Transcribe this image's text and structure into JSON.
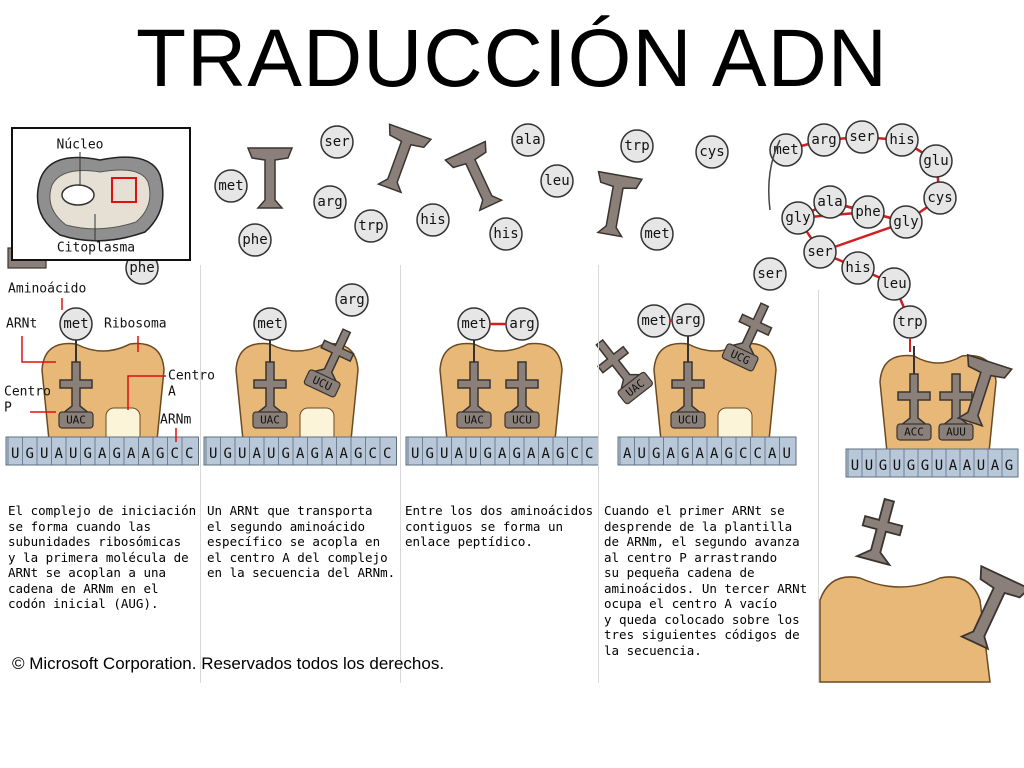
{
  "title": "TRADUCCIÓN ADN",
  "colors": {
    "ribosome": "#e8b878",
    "ribosome_stroke": "#6b4a22",
    "trna": "#8a8079",
    "codon": "#b9c8d8",
    "codon_stroke": "#5d6f82",
    "amino_fill": "#e6e6e6",
    "peptide_bond": "#d21f1f",
    "label_line": "#e01010"
  },
  "inset": {
    "nucleus_label": "Núcleo",
    "cytoplasm_label": "Citoplasma"
  },
  "labels": {
    "aminoacid": "Aminoácido",
    "trna": "ARNt",
    "ribosome": "Ribosoma",
    "p_site": "Centro P",
    "a_site": "Centro A",
    "mrna": "ARNm"
  },
  "floating_aminoacids": [
    "met",
    "phe",
    "phe",
    "ser",
    "arg",
    "trp",
    "his",
    "ala",
    "leu",
    "his",
    "trp",
    "met",
    "cys"
  ],
  "chain": [
    "met",
    "arg",
    "ser",
    "his",
    "glu",
    "cys",
    "gly",
    "phe",
    "ala",
    "gly",
    "ser",
    "his",
    "leu",
    "trp"
  ],
  "panels": [
    {
      "mrna": [
        "U",
        "G",
        "U",
        "A",
        "U",
        "G",
        "A",
        "G",
        "A",
        "A",
        "G",
        "C",
        "C"
      ],
      "p_site_anticodon": "UAC",
      "a_site_anticodon": "",
      "p_site_amino": "met",
      "incoming_amino": "",
      "incoming_anticodon": "",
      "description": "El complejo de iniciación\nse forma cuando las\nsubunidades ribosómicas\ny la primera molécula de\nARNt se acoplan a una\ncadena de ARNm en el\ncodón inicial (AUG)."
    },
    {
      "mrna": [
        "U",
        "G",
        "U",
        "A",
        "U",
        "G",
        "A",
        "G",
        "A",
        "A",
        "G",
        "C",
        "C"
      ],
      "p_site_anticodon": "UAC",
      "a_site_anticodon": "",
      "p_site_amino": "met",
      "incoming_amino": "arg",
      "incoming_anticodon": "UCU",
      "description": "Un ARNt que transporta\nel segundo aminoácido\nespecífico se acopla en\nel centro A del complejo\nen la secuencia del ARNm."
    },
    {
      "mrna": [
        "U",
        "G",
        "U",
        "A",
        "U",
        "G",
        "A",
        "G",
        "A",
        "A",
        "G",
        "C",
        "C"
      ],
      "p_site_anticodon": "UAC",
      "a_site_anticodon": "UCU",
      "p_site_amino": "met",
      "a_site_amino": "arg",
      "description": "Entre los dos aminoácidos\ncontiguos se forma un\nenlace peptídico."
    },
    {
      "mrna": [
        "A",
        "U",
        "G",
        "A",
        "G",
        "A",
        "A",
        "G",
        "C",
        "C",
        "A",
        "U"
      ],
      "p_site_anticodon": "UCU",
      "a_site_anticodon": "",
      "leaving_anticodon": "UAC",
      "chain_amino": [
        "met",
        "arg"
      ],
      "incoming_amino": "ser",
      "incoming_anticodon": "UCG",
      "description": "Cuando el primer ARNt se\ndesprende de la plantilla\nde ARNm, el segundo avanza\nal centro P arrastrando\nsu pequeña cadena de\naminoácidos. Un tercer ARNt\nocupa el centro A vacío\ny queda colocado sobre los\ntres siguientes códigos de\nla secuencia."
    },
    {
      "mrna": [
        "U",
        "U",
        "G",
        "U",
        "G",
        "G",
        "U",
        "A",
        "A",
        "U",
        "A",
        "G"
      ],
      "p_site_anticodon": "ACC",
      "a_site_anticodon": "AUU",
      "p_site_amino": "trp"
    }
  ],
  "copyright": "© Microsoft Corporation. Reservados todos los derechos."
}
